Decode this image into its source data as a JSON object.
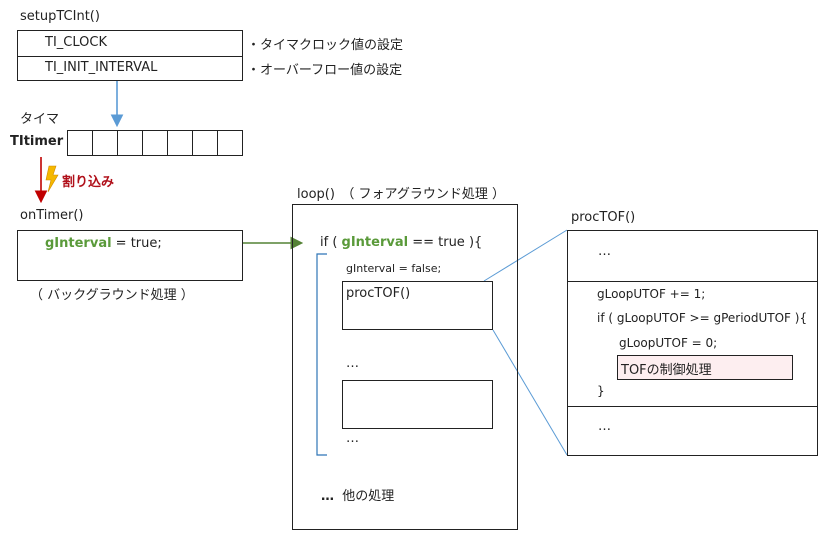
{
  "setup": {
    "title": "setupTCInt()",
    "row1": "TI_CLOCK",
    "row2": "TI_INIT_INTERVAL",
    "note1": "・タイマクロック値の設定",
    "note2": "・オーバーフロー値の設定"
  },
  "timer": {
    "section_label": "タイマ",
    "name": "TItimer",
    "cell_count": 7
  },
  "interrupt": {
    "label": "割り込み"
  },
  "ontimer": {
    "title": "onTimer()",
    "var": "gInterval",
    "assign": " = true;",
    "caption": "（ バックグラウンド処理 ）"
  },
  "loop": {
    "title": "loop()　（ フォアグラウンド処理 ）",
    "if_open": "if ( ",
    "if_var": "gInterval",
    "if_close": " == true ){",
    "reset": "gInterval = false;",
    "call": "procTOF()",
    "dots": "…",
    "dots2": "…",
    "other_dots": "…",
    "other_text": "他の処理"
  },
  "proc": {
    "title": "procTOF()",
    "top_dots": "…",
    "line1": "gLoopUTOF += 1;",
    "line2": "if ( gLoopUTOF >= gPeriodUTOF ){",
    "line3": "gLoopUTOF = 0;",
    "highlight": "TOFの制御処理",
    "close": "}",
    "bottom_dots": "…"
  },
  "colors": {
    "blue_arrow": "#5b9bd5",
    "red_arrow": "#c00000",
    "green_arrow": "#548235",
    "bolt": "#f5b800",
    "highlight_fill": "#fdeef0",
    "link_line": "#5b9bd5"
  }
}
